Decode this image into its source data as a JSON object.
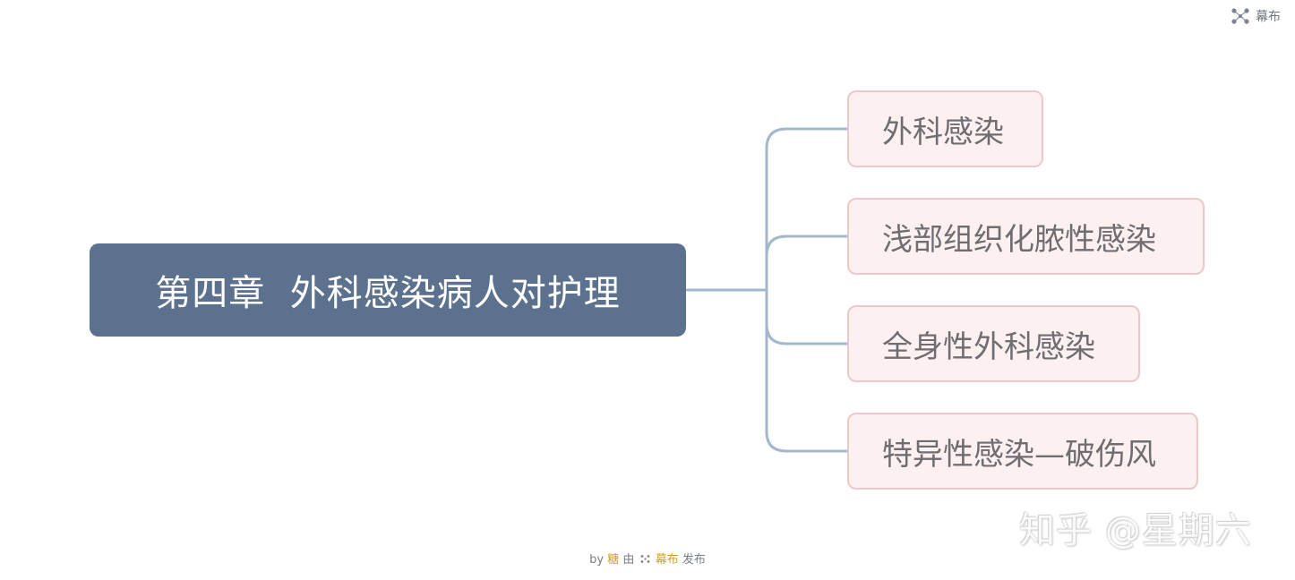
{
  "brand": {
    "label": "幕布",
    "icon": "mubu-logo-icon"
  },
  "mindmap": {
    "root": "第四章  外科感染病人对护理",
    "children": [
      "外科感染",
      "浅部组织化脓性感染",
      "全身性外科感染",
      "特异性感染—破伤风"
    ]
  },
  "footer": {
    "by": "by",
    "author": "糖",
    "via": "由",
    "platform": "幕布",
    "published": "发布"
  },
  "watermark": "知乎 @星期六",
  "colors": {
    "root_fill": "#5b718e",
    "child_fill": "#fcf0f0",
    "child_border": "#ecc8cb",
    "connector": "#a3b8cc",
    "accent": "#d2a116"
  }
}
